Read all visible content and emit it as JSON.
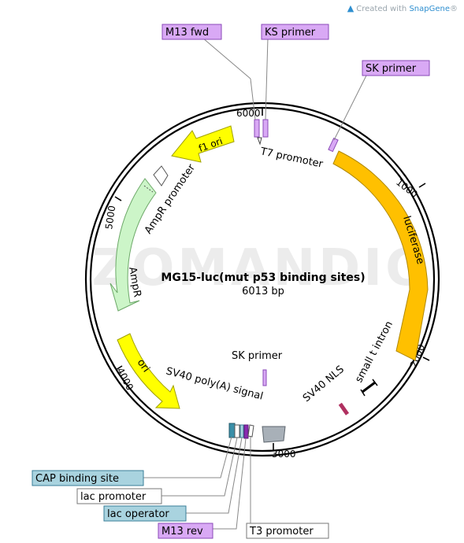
{
  "header": {
    "created_with": "Created with",
    "brand": "SnapGene",
    "brand_mark": "®",
    "logo_icon": "snapgene-logo-icon"
  },
  "plasmid": {
    "name": "MG15-luc(mut p53 binding sites)",
    "size": "6013 bp",
    "watermark": "ZOMANDIO"
  },
  "ticks": [
    "6000",
    "1000",
    "2000",
    "3000",
    "4000",
    "5000"
  ],
  "features": {
    "luciferase": "luciferase",
    "small_t_intron": "small t intron",
    "sv40_nls": "SV40 NLS",
    "t7_promoter": "T7 promoter",
    "f1_ori": "f1 ori",
    "ampr_promoter": "AmpR promoter",
    "ampr": "AmpR",
    "ori": "ori",
    "sv40_polya": "SV40 poly(A) signal",
    "sk_primer_inner": "SK primer"
  },
  "callouts": {
    "m13_fwd": "M13 fwd",
    "ks_primer": "KS primer",
    "sk_primer": "SK primer",
    "cap_binding_site": "CAP binding site",
    "lac_promoter": "lac promoter",
    "lac_operator": "lac operator",
    "m13_rev": "M13 rev",
    "t3_promoter": "T3 promoter"
  },
  "colors": {
    "primer": "#d9a9f5",
    "primer_stroke": "#8a4ab8",
    "luciferase": "#ffc000",
    "f1_ori": "#ffff00",
    "ampr": "#ccf5c8",
    "operator": "#a9d3df",
    "promoter_box": "#ffffff",
    "nls": "#b03060",
    "polya": "#a8b0b8"
  }
}
